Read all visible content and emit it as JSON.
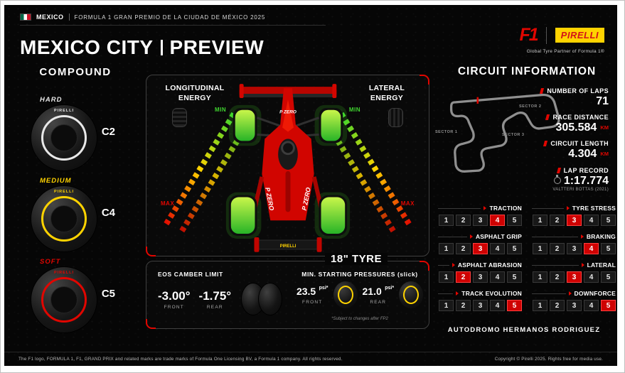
{
  "header": {
    "event_country": "MEXICO",
    "event_title": "FORMULA 1 GRAN PREMIO DE LA CIUDAD DE MÉXICO 2025",
    "title_main": "MEXICO CITY",
    "title_sub": "PREVIEW",
    "f1_logo_text": "F1",
    "pirelli_logo_text": "PIRELLI",
    "partner_text": "Global Tyre Partner of Formula 1®"
  },
  "compound": {
    "title": "COMPOUND",
    "brand": "PIRELLI",
    "tyres": [
      {
        "name": "HARD",
        "code": "C2",
        "color": "#e8e8e8"
      },
      {
        "name": "MEDIUM",
        "code": "C4",
        "color": "#ffd300"
      },
      {
        "name": "SOFT",
        "code": "C5",
        "color": "#e10600"
      }
    ]
  },
  "energy": {
    "longitudinal_label": "LONGITUDINAL ENERGY",
    "lateral_label": "LATERAL ENERGY",
    "min_label": "MIN",
    "max_label": "MAX",
    "car_brand": "P ZERO",
    "min_color": "#3fd42f",
    "max_color": "#e10600"
  },
  "tyre_info": {
    "heading": "18\" TYRE",
    "camber": {
      "title": "EOS CAMBER LIMIT",
      "front_value": "-3.00°",
      "front_label": "FRONT",
      "rear_value": "-1.75°",
      "rear_label": "REAR"
    },
    "pressures": {
      "title": "MIN. STARTING PRESSURES (slick)",
      "front_value": "23.5",
      "front_unit": "psi*",
      "front_label": "FRONT",
      "rear_value": "21.0",
      "rear_unit": "psi*",
      "rear_label": "REAR"
    },
    "footnote": "*Subject to changes after FP2"
  },
  "circuit": {
    "title": "CIRCUIT INFORMATION",
    "sectors": [
      "SECTOR 1",
      "SECTOR 2",
      "SECTOR 3"
    ],
    "stats": [
      {
        "label": "NUMBER OF LAPS",
        "value": "71",
        "unit": ""
      },
      {
        "label": "RACE DISTANCE",
        "value": "305.584",
        "unit": "KM"
      },
      {
        "label": "CIRCUIT LENGTH",
        "value": "4.304",
        "unit": "KM"
      },
      {
        "label": "LAP RECORD",
        "value": "1:17.774",
        "unit": "",
        "holder": "VALTTERI BOTTAS (2021)"
      }
    ],
    "ratings": [
      {
        "label": "TRACTION",
        "scale": [
          1,
          2,
          3,
          4,
          5
        ],
        "value": 4
      },
      {
        "label": "TYRE STRESS",
        "scale": [
          1,
          2,
          3,
          4,
          5
        ],
        "value": 3
      },
      {
        "label": "ASPHALT GRIP",
        "scale": [
          1,
          2,
          3,
          4,
          5
        ],
        "value": 3
      },
      {
        "label": "BRAKING",
        "scale": [
          1,
          2,
          3,
          4,
          5
        ],
        "value": 4
      },
      {
        "label": "ASPHALT ABRASION",
        "scale": [
          1,
          2,
          3,
          4,
          5
        ],
        "value": 2
      },
      {
        "label": "LATERAL",
        "scale": [
          1,
          2,
          3,
          4,
          5
        ],
        "value": 3
      },
      {
        "label": "TRACK EVOLUTION",
        "scale": [
          1,
          2,
          3,
          4,
          5
        ],
        "value": 5
      },
      {
        "label": "DOWNFORCE",
        "scale": [
          1,
          2,
          3,
          4,
          5
        ],
        "value": 5
      }
    ],
    "track_name": "AUTODROMO HERMANOS RODRIGUEZ"
  },
  "footer": {
    "left": "The F1 logo, FORMULA 1, F1, GRAND PRIX and related marks are trade marks of Formula One Licensing BV, a Formula 1 company. All rights reserved.",
    "right": "Copyright © Pirelli 2025. Rights free for media use."
  }
}
